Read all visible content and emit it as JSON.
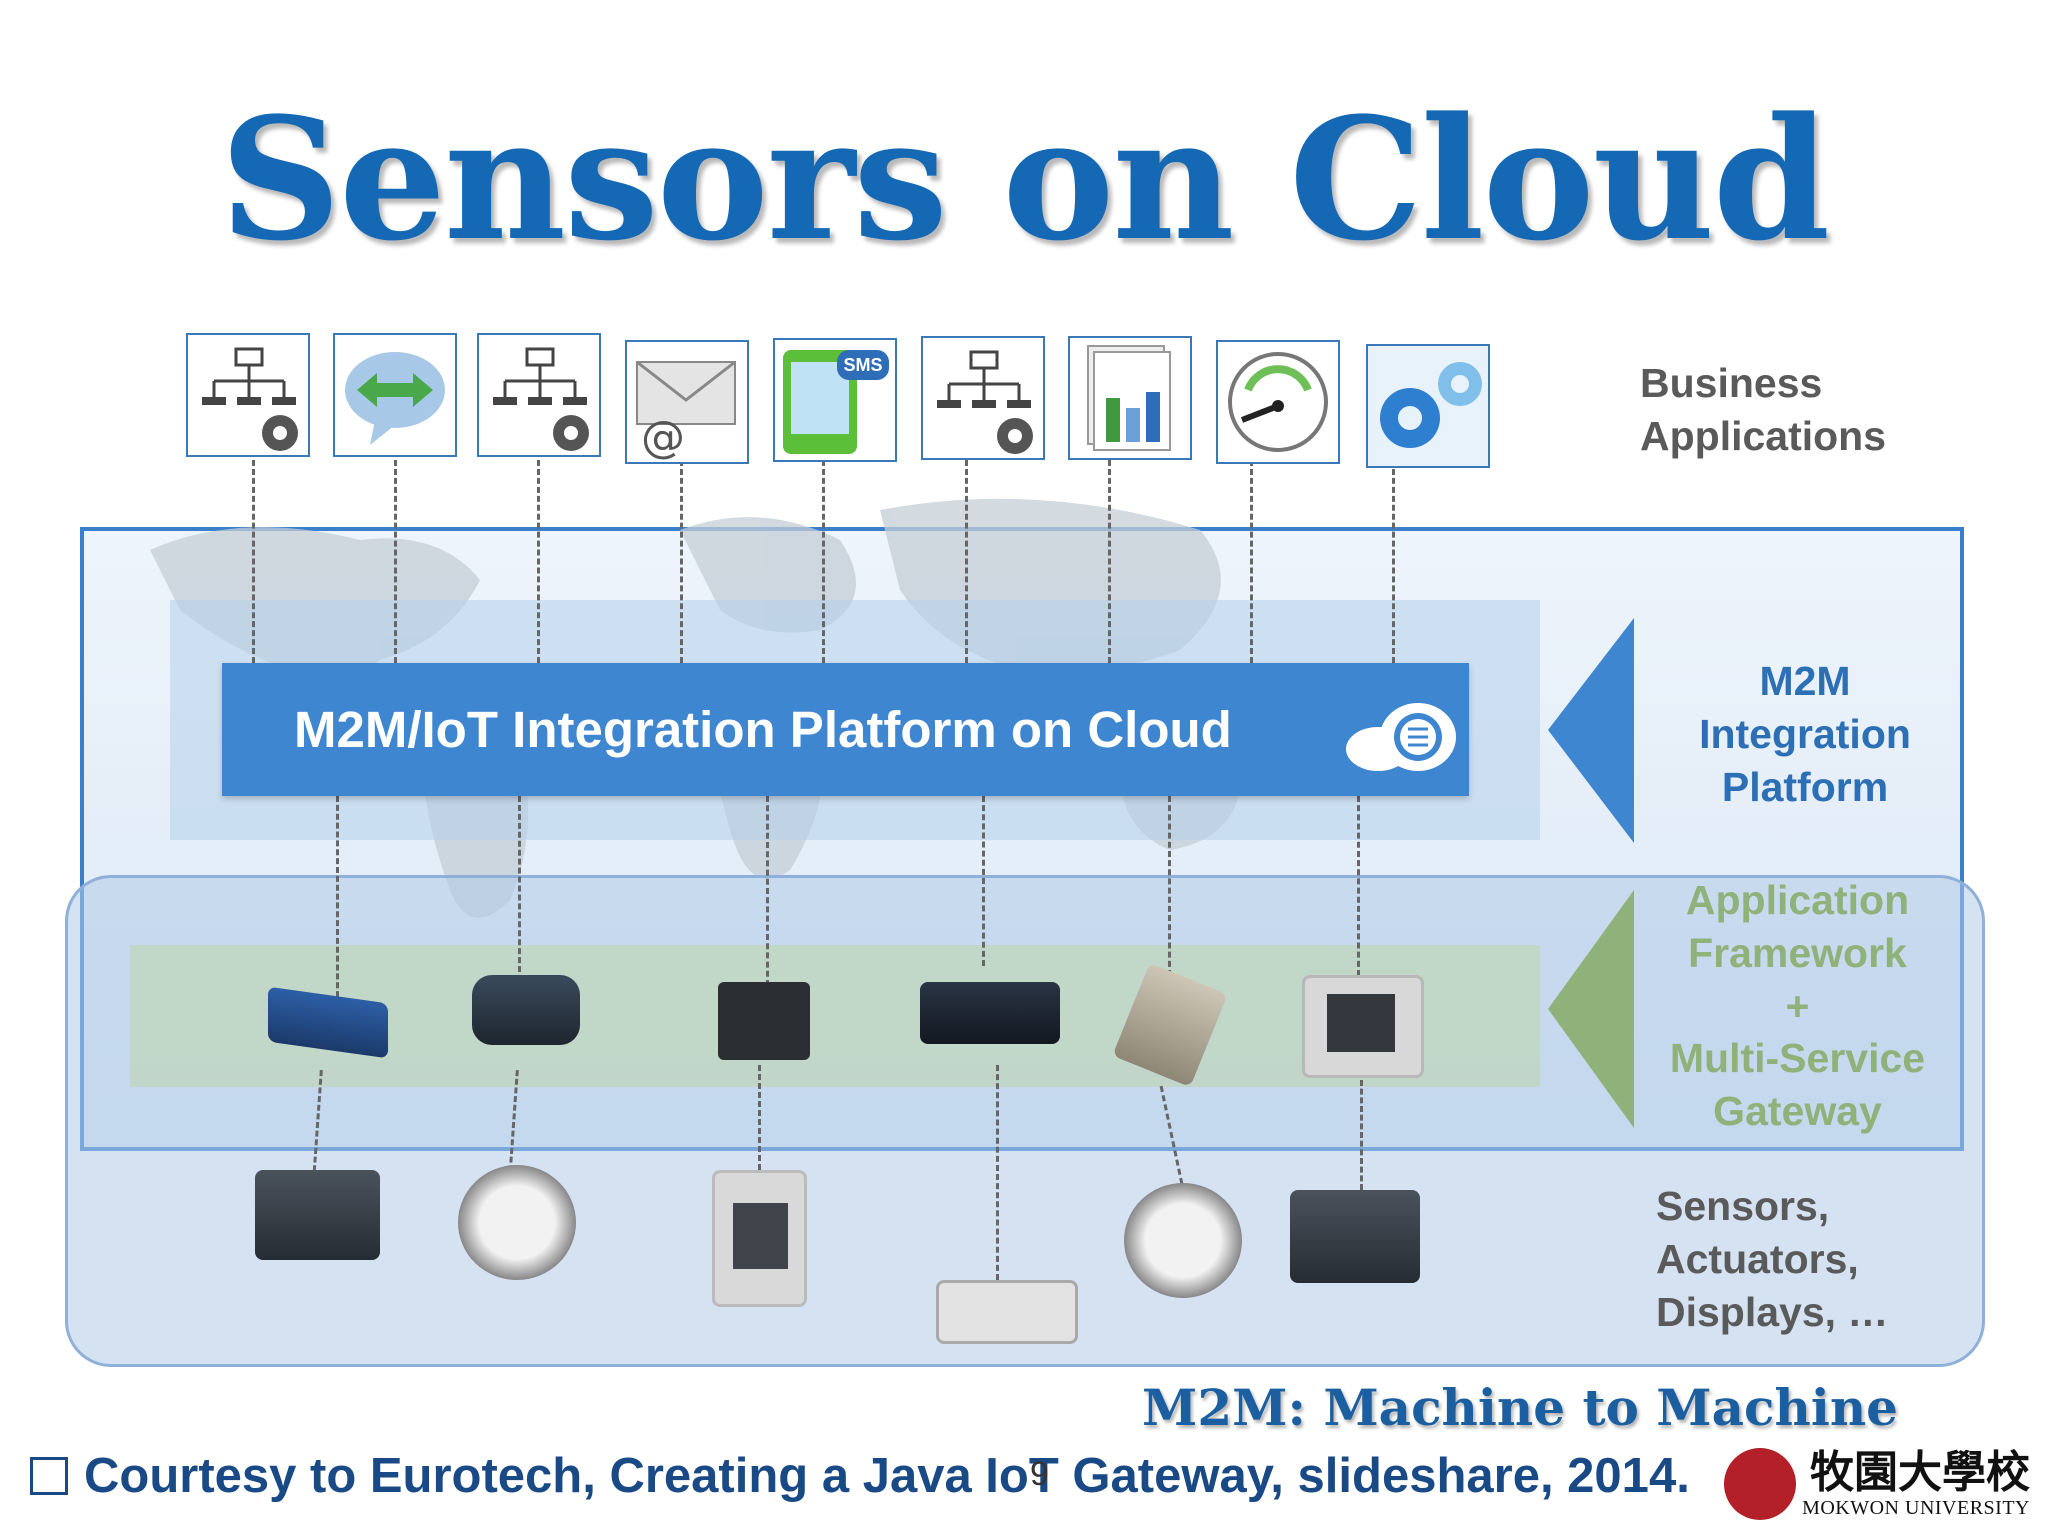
{
  "title": "Sensors on Cloud",
  "layers": {
    "business": "Business\nApplications",
    "m2m": "M2M\nIntegration\nPlatform",
    "framework_top": "Application\nFramework",
    "framework_plus": "+",
    "framework_bottom": "Multi-Service\nGateway",
    "sensors": "Sensors,\nActuators,\nDisplays, …"
  },
  "platform_bar": "M2M/IoT Integration Platform on Cloud",
  "icons": [
    "network-gear-icon",
    "chat-arrows-icon",
    "network-gear-icon",
    "email-icon",
    "sms-phone-icon",
    "network-gear-icon",
    "report-chart-icon",
    "gauge-icon",
    "gears-icon"
  ],
  "sms_badge": "SMS",
  "footer": {
    "m2m_definition": "M2M: Machine to Machine",
    "courtesy": "Courtesy to Eurotech, Creating a Java IoT Gateway, slideshare, 2014.",
    "page_number": "9",
    "university_cjk": "牧園大學校",
    "university_en": "MOKWON UNIVERSITY"
  },
  "colors": {
    "title": "#1468b4",
    "platform": "#3e86d0",
    "framework": "#8fb27a",
    "layer_blue": "#2c6fb5"
  }
}
